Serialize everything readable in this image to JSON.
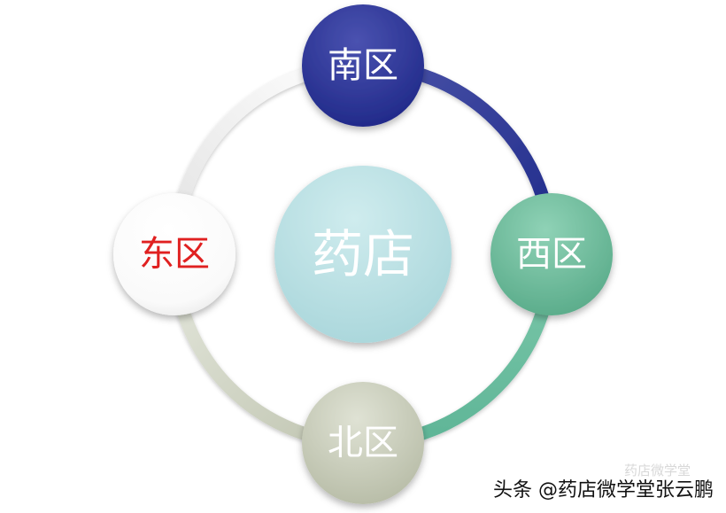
{
  "diagram": {
    "center": {
      "label": "药店"
    },
    "nodes": {
      "south": {
        "label": "南区"
      },
      "west": {
        "label": "西区"
      },
      "north": {
        "label": "北区"
      },
      "east": {
        "label": "东区"
      }
    }
  },
  "colors": {
    "center": "#b7dfe3",
    "south": "#2b3590",
    "west": "#6cbf9f",
    "north": "#c8cdbb",
    "east": "#ffffff",
    "east_label": "#e02020",
    "label": "#ffffff"
  },
  "watermark": {
    "text": "头条 @药店微学堂张云鹏",
    "ghost_text": "药店微学堂"
  }
}
